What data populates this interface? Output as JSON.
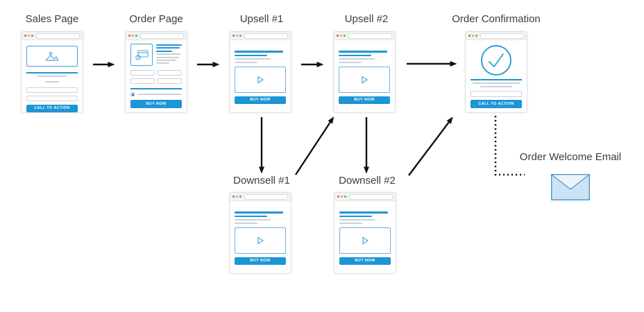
{
  "diagram_type": "sales-funnel-flow",
  "colors": {
    "accent_blue": "#1e95d4",
    "light_blue_border": "#459fd6",
    "gray_line": "#ccd1d5",
    "arrow_black": "#111111",
    "label_text": "#3c3c3c",
    "window_border": "#dcdfe2",
    "titlebar_bg": "#f2f3f4",
    "dot_red": "#e2574b",
    "dot_yellow": "#eda93c",
    "dot_green": "#4fbd58",
    "envelope_fill": "#cbe3f6",
    "envelope_flap": "#eef3f8",
    "envelope_border": "#4e9bcd"
  },
  "icons": {
    "sales_image": "photo-icon",
    "order_payment": "credit-card-icon",
    "media": "play-icon",
    "confirmation": "checkmark-circle-icon",
    "email": "envelope-icon",
    "window_controls": [
      "dot-red",
      "dot-yellow",
      "dot-green"
    ]
  },
  "nodes": {
    "sales": {
      "label": "Sales Page",
      "button": "CALL TO ACTION"
    },
    "order": {
      "label": "Order Page",
      "button": "BUY NOW"
    },
    "upsell1": {
      "label": "Upsell #1",
      "button": "BUY NOW"
    },
    "upsell2": {
      "label": "Upsell #2",
      "button": "BUY NOW"
    },
    "confirmation": {
      "label": "Order Confirmation",
      "button": "CALL TO ACTION"
    },
    "downsell1": {
      "label": "Downsell #1",
      "button": "BUY NOW"
    },
    "downsell2": {
      "label": "Downsell #2",
      "button": "BUY NOW"
    },
    "email": {
      "label": "Order Welcome Email"
    }
  },
  "connections": [
    {
      "from": "Sales Page",
      "to": "Order Page",
      "style": "solid-arrow"
    },
    {
      "from": "Order Page",
      "to": "Upsell #1",
      "style": "solid-arrow"
    },
    {
      "from": "Upsell #1",
      "to": "Upsell #2",
      "style": "solid-arrow"
    },
    {
      "from": "Upsell #2",
      "to": "Order Confirmation",
      "style": "solid-arrow"
    },
    {
      "from": "Upsell #1",
      "to": "Downsell #1",
      "style": "solid-arrow"
    },
    {
      "from": "Upsell #2",
      "to": "Downsell #2",
      "style": "solid-arrow"
    },
    {
      "from": "Downsell #1",
      "to": "Upsell #2",
      "style": "solid-arrow"
    },
    {
      "from": "Downsell #2",
      "to": "Order Confirmation",
      "style": "solid-arrow"
    },
    {
      "from": "Order Confirmation",
      "to": "Order Welcome Email",
      "style": "dotted-line"
    }
  ]
}
